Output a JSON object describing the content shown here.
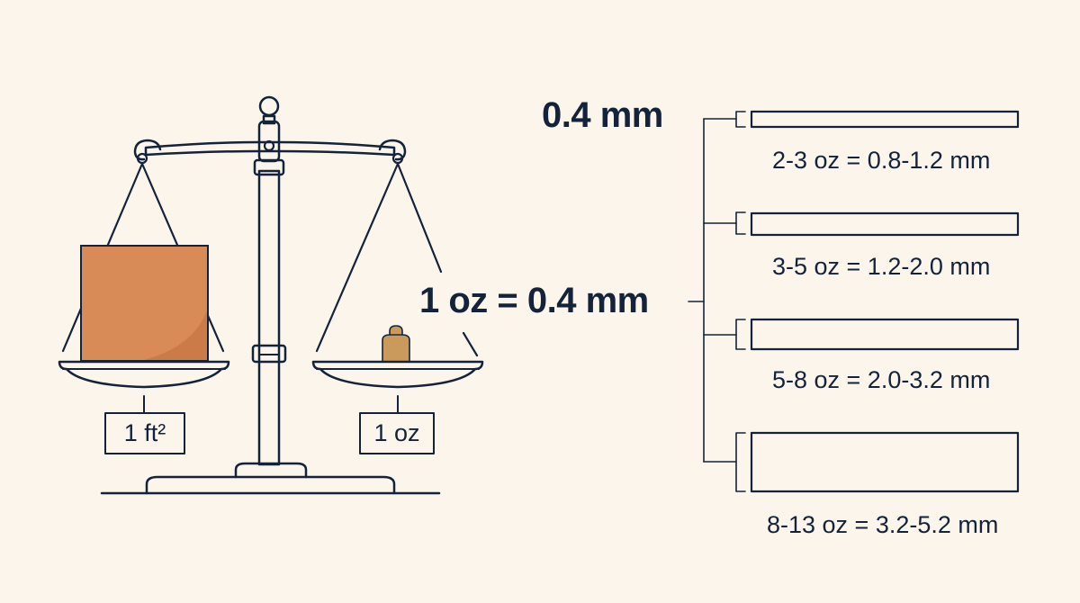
{
  "header": {
    "thickness": "0.4 mm",
    "equation": "1 oz = 0.4 mm"
  },
  "scale": {
    "left_label": "1 ft²",
    "right_label": "1 oz"
  },
  "ranges": [
    {
      "label": "2-3 oz = 0.8-1.2 mm"
    },
    {
      "label": "3-5 oz = 1.2-2.0 mm"
    },
    {
      "label": "5-8 oz = 2.0-3.2 mm"
    },
    {
      "label": "8-13 oz = 3.2-5.2 mm"
    }
  ],
  "colors": {
    "ink": "#14233a",
    "background": "#fbf5ec",
    "leather": "#d98b57",
    "leather_dark": "#c0703c",
    "brass_weight": "#c99a5b"
  }
}
